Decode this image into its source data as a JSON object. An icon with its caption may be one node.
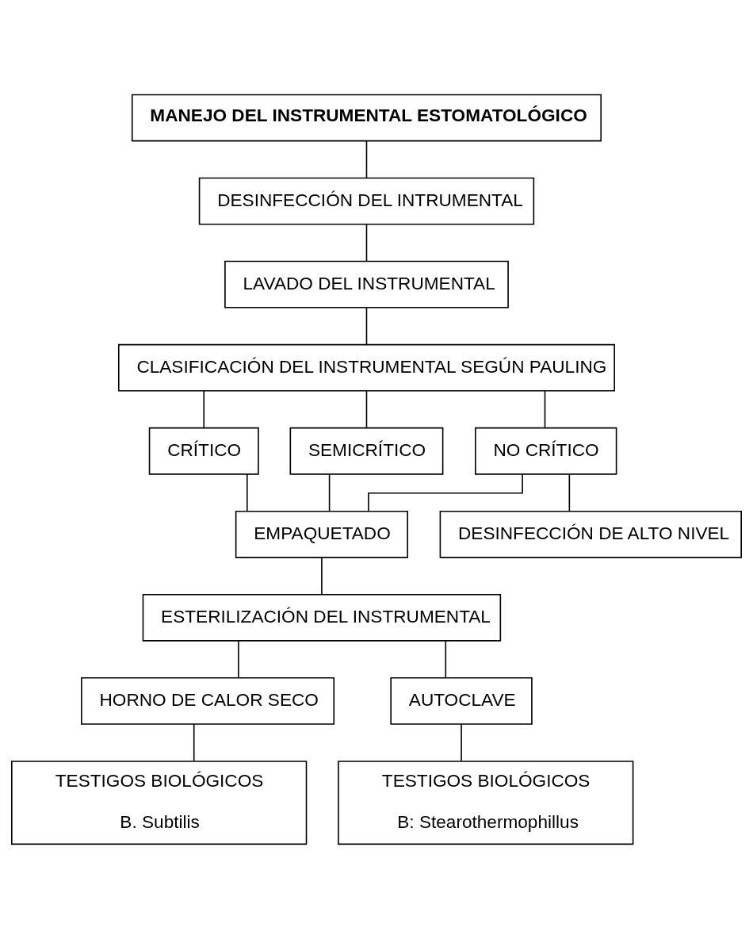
{
  "diagram": {
    "nodes": [
      {
        "text": [
          "MANEJO DEL INSTRUMENTAL ESTOMATOLÓGICO"
        ]
      },
      {
        "text": [
          "DESINFECCIÓN DEL INTRUMENTAL"
        ]
      },
      {
        "text": [
          "LAVADO DEL INSTRUMENTAL"
        ]
      },
      {
        "text": [
          "CLASIFICACIÓN DEL INSTRUMENTAL SEGÚN PAULING"
        ]
      },
      {
        "text": [
          "CRÍTICO"
        ]
      },
      {
        "text": [
          "SEMICRÍTICO"
        ]
      },
      {
        "text": [
          "NO CRÍTICO"
        ]
      },
      {
        "text": [
          "DESINFECCIÓN DE ALTO NIVEL"
        ]
      },
      {
        "text": [
          "EMPAQUETADO"
        ]
      },
      {
        "text": [
          "ESTERILIZACIÓN DEL INSTRUMENTAL"
        ]
      },
      {
        "text": [
          "HORNO DE CALOR SECO"
        ]
      },
      {
        "text": [
          "AUTOCLAVE"
        ]
      },
      {
        "text": [
          "TESTIGOS BIOLÓGICOS",
          "B. Subtilis"
        ]
      },
      {
        "text": [
          "TESTIGOS BIOLÓGICOS",
          "B: Stearothermophillus"
        ]
      }
    ],
    "edges": [
      {
        "from": 0,
        "to": 1,
        "arrow": "none"
      },
      {
        "from": 1,
        "to": 2,
        "arrow": "none"
      },
      {
        "from": 2,
        "to": 3,
        "arrow": "none"
      },
      {
        "from": 3,
        "to": 4,
        "arrow": "none"
      },
      {
        "from": 3,
        "to": 5,
        "arrow": "none"
      },
      {
        "from": 3,
        "to": 6,
        "arrow": "none"
      },
      {
        "from": 6,
        "to": 7,
        "arrow": "none"
      },
      {
        "from": 4,
        "to": 8,
        "arrow": "none"
      },
      {
        "from": 5,
        "to": 8,
        "arrow": "none"
      },
      {
        "from": 6,
        "to": 8,
        "arrow": "none"
      },
      {
        "from": 8,
        "to": 9,
        "arrow": "none"
      },
      {
        "from": 9,
        "to": 10,
        "arrow": "none"
      },
      {
        "from": 9,
        "to": 11,
        "arrow": "none"
      },
      {
        "from": 10,
        "to": 12,
        "arrow": "none"
      },
      {
        "from": 11,
        "to": 13,
        "arrow": "none"
      }
    ]
  }
}
